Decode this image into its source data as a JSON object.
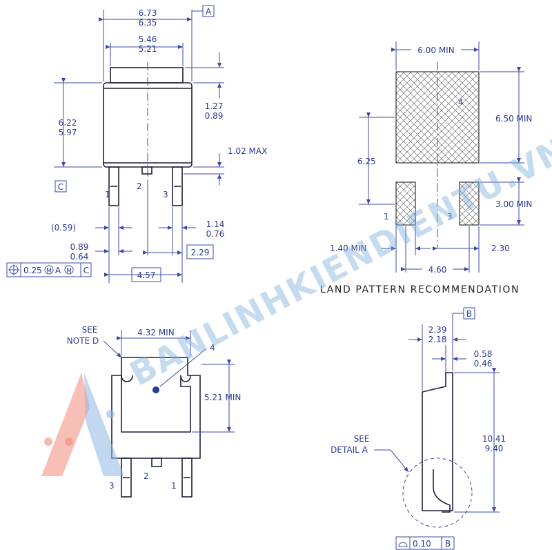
{
  "top_view": {
    "overall_width_max": "6.73",
    "overall_width_min": "6.35",
    "tab_width_max": "5.46",
    "tab_width_min": "5.21",
    "datum_a": "A",
    "body_height_max": "6.22",
    "body_height_min": "5.97",
    "tab_height_max": "1.27",
    "tab_height_min": "0.89",
    "lead_offset": "1.02 MAX",
    "datum_c": "C",
    "pin1": "1",
    "pin2": "2",
    "pin3": "3",
    "ref_059": "(0.59)",
    "lead_w_max": "1.14",
    "lead_w_min": "0.76",
    "lead_w2_max": "0.89",
    "lead_w2_min": "0.64",
    "pitch": "2.29",
    "span": "4.57",
    "fcf_tol": "0.25",
    "fcf_m1": "M",
    "fcf_a": "A",
    "fcf_m2": "M",
    "fcf_c": "C"
  },
  "land_pattern": {
    "title": "LAND PATTERN RECOMMENDATION",
    "width": "6.00 MIN",
    "height": "6.50 MIN",
    "center": "6.25",
    "pad_h": "3.00 MIN",
    "pad_w": "1.40 MIN",
    "offset": "2.30",
    "pitch": "4.60",
    "pad4": "4",
    "pad1": "1",
    "pad3": "3"
  },
  "bottom_view": {
    "see": "SEE",
    "note": "NOTE D",
    "width": "4.32 MIN",
    "height": "5.21 MIN",
    "pad4": "4",
    "pin1": "1",
    "pin2": "2",
    "pin3": "3"
  },
  "side_view": {
    "datum_b": "B",
    "h_max": "2.39",
    "h_min": "2.18",
    "t_max": "0.58",
    "t_min": "0.46",
    "len_max": "10.41",
    "len_min": "9.40",
    "see": "SEE",
    "detail": "DETAIL A",
    "flat_tol": "0.10",
    "flat_ref": "B"
  },
  "watermark": "BANLINHKIENDIENTU.VN",
  "colors": {
    "dim": "#2a3a8c",
    "body": "#1f1f3a",
    "watermark": "#7fb1e0",
    "logo_red": "#f08a7a",
    "logo_blue": "#8fb8e6"
  }
}
